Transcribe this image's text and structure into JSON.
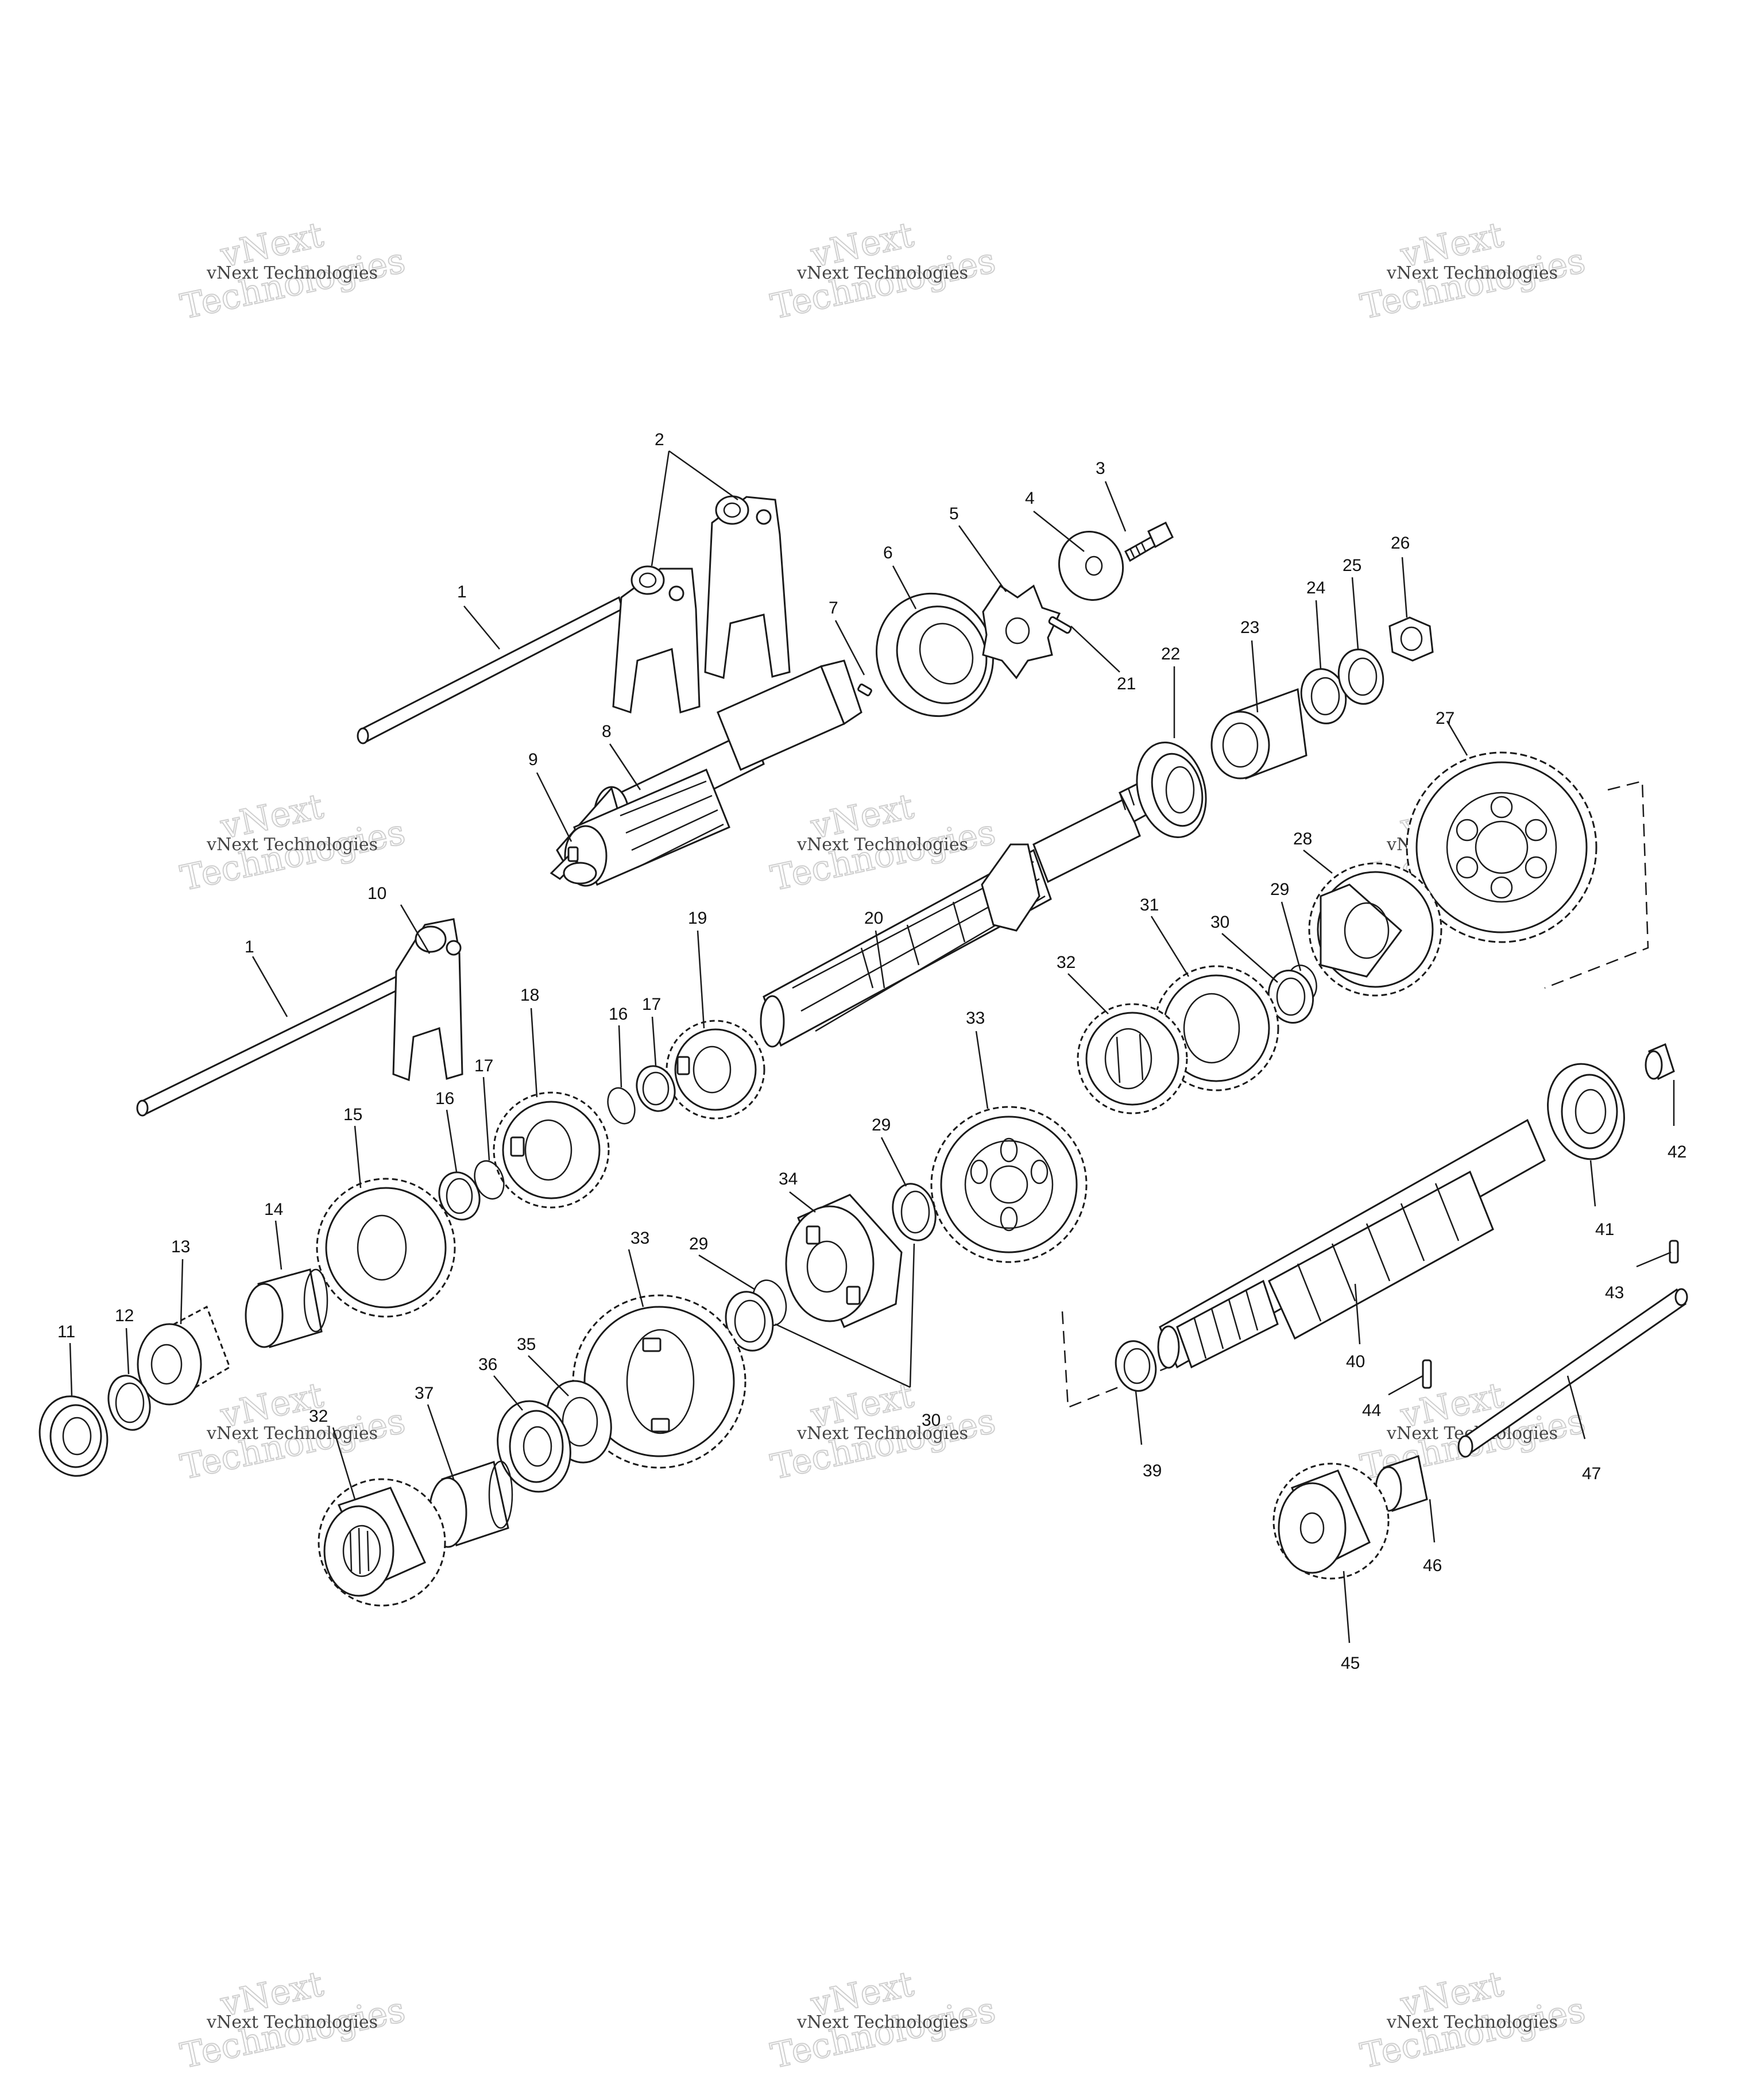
{
  "watermark": {
    "text": "vNext Technologies",
    "big_line1": "vNext",
    "big_line2": "Technologies"
  },
  "callouts": [
    {
      "id": "c1a",
      "label": "1"
    },
    {
      "id": "c1b",
      "label": "1"
    },
    {
      "id": "c2",
      "label": "2"
    },
    {
      "id": "c3",
      "label": "3"
    },
    {
      "id": "c4",
      "label": "4"
    },
    {
      "id": "c5",
      "label": "5"
    },
    {
      "id": "c6",
      "label": "6"
    },
    {
      "id": "c7",
      "label": "7"
    },
    {
      "id": "c8",
      "label": "8"
    },
    {
      "id": "c9",
      "label": "9"
    },
    {
      "id": "c10",
      "label": "10"
    },
    {
      "id": "c11",
      "label": "11"
    },
    {
      "id": "c12",
      "label": "12"
    },
    {
      "id": "c13",
      "label": "13"
    },
    {
      "id": "c14",
      "label": "14"
    },
    {
      "id": "c15",
      "label": "15"
    },
    {
      "id": "c16a",
      "label": "16"
    },
    {
      "id": "c16b",
      "label": "16"
    },
    {
      "id": "c17a",
      "label": "17"
    },
    {
      "id": "c17b",
      "label": "17"
    },
    {
      "id": "c18",
      "label": "18"
    },
    {
      "id": "c19",
      "label": "19"
    },
    {
      "id": "c20",
      "label": "20"
    },
    {
      "id": "c21",
      "label": "21"
    },
    {
      "id": "c22",
      "label": "22"
    },
    {
      "id": "c23",
      "label": "23"
    },
    {
      "id": "c24",
      "label": "24"
    },
    {
      "id": "c25",
      "label": "25"
    },
    {
      "id": "c26",
      "label": "26"
    },
    {
      "id": "c27",
      "label": "27"
    },
    {
      "id": "c28",
      "label": "28"
    },
    {
      "id": "c29a",
      "label": "29"
    },
    {
      "id": "c29b",
      "label": "29"
    },
    {
      "id": "c29c",
      "label": "29"
    },
    {
      "id": "c30a",
      "label": "30"
    },
    {
      "id": "c30b",
      "label": "30"
    },
    {
      "id": "c31",
      "label": "31"
    },
    {
      "id": "c32a",
      "label": "32"
    },
    {
      "id": "c32b",
      "label": "32"
    },
    {
      "id": "c33a",
      "label": "33"
    },
    {
      "id": "c33b",
      "label": "33"
    },
    {
      "id": "c34",
      "label": "34"
    },
    {
      "id": "c35",
      "label": "35"
    },
    {
      "id": "c36",
      "label": "36"
    },
    {
      "id": "c37",
      "label": "37"
    },
    {
      "id": "c39",
      "label": "39"
    },
    {
      "id": "c40",
      "label": "40"
    },
    {
      "id": "c41",
      "label": "41"
    },
    {
      "id": "c42",
      "label": "42"
    },
    {
      "id": "c43",
      "label": "43"
    },
    {
      "id": "c44",
      "label": "44"
    },
    {
      "id": "c45",
      "label": "45"
    },
    {
      "id": "c46",
      "label": "46"
    },
    {
      "id": "c47",
      "label": "47"
    }
  ]
}
